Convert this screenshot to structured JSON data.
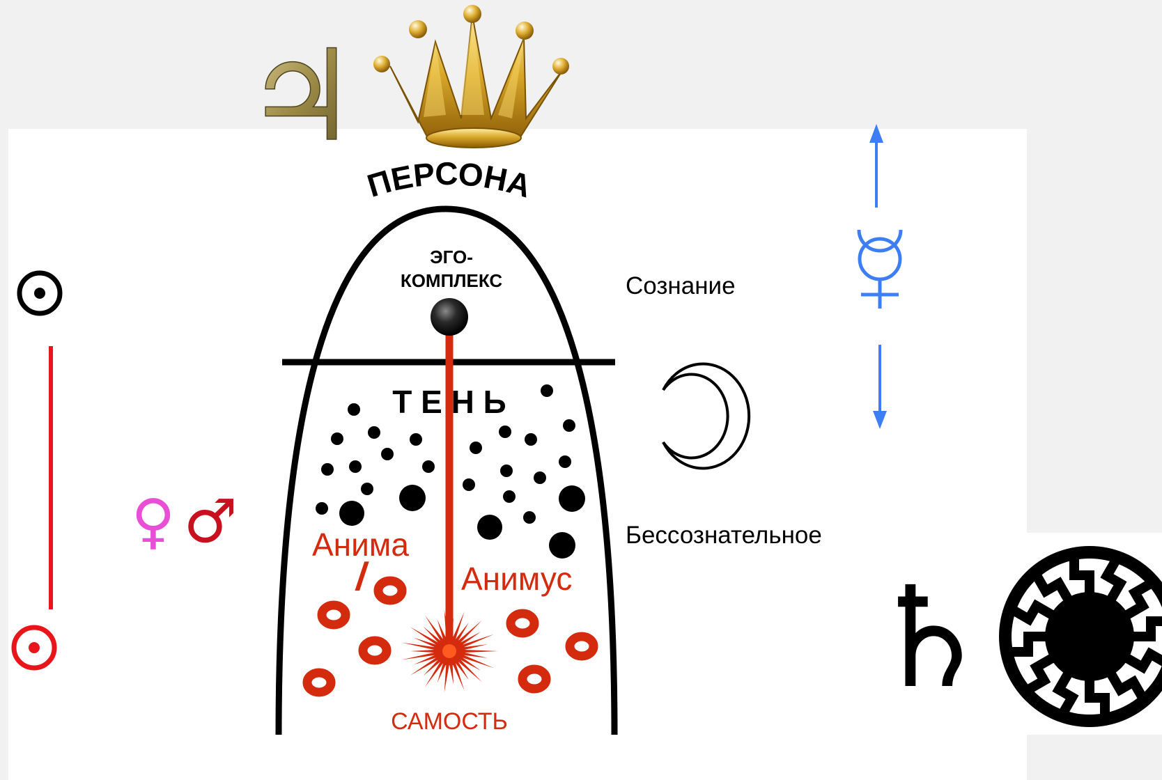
{
  "labels": {
    "persona": "ПЕРСОНА",
    "ego_line1": "ЭГО-",
    "ego_line2": "КОМПЛЕКС",
    "consciousness": "Сознание",
    "shadow": "Т Е Н Ь",
    "unconscious": "Бессознательное",
    "anima": "Анима",
    "slash": "/",
    "animus": "Анимус",
    "self": "САМОСТЬ"
  },
  "symbols": {
    "jupiter": "♃",
    "venus": "♀",
    "mars": "♂",
    "mercury": "☿",
    "saturn": "♄"
  },
  "icons": [
    "jupiter-icon",
    "crown-icon",
    "sun-icon",
    "moon-icon",
    "mercury-icon",
    "venus-icon",
    "mars-icon",
    "saturn-icon",
    "black-sun-icon",
    "up-arrow-icon",
    "down-arrow-icon"
  ],
  "colors": {
    "diagram_red": "#d42a0d",
    "sun_red": "#e8161a",
    "mercury_blue": "#3d7ef5",
    "venus_pink": "#e84fd6",
    "mars_red": "#c8101e",
    "gold": "#c79a1c",
    "panel": "#ffffff",
    "background": "#f1f1f1"
  }
}
